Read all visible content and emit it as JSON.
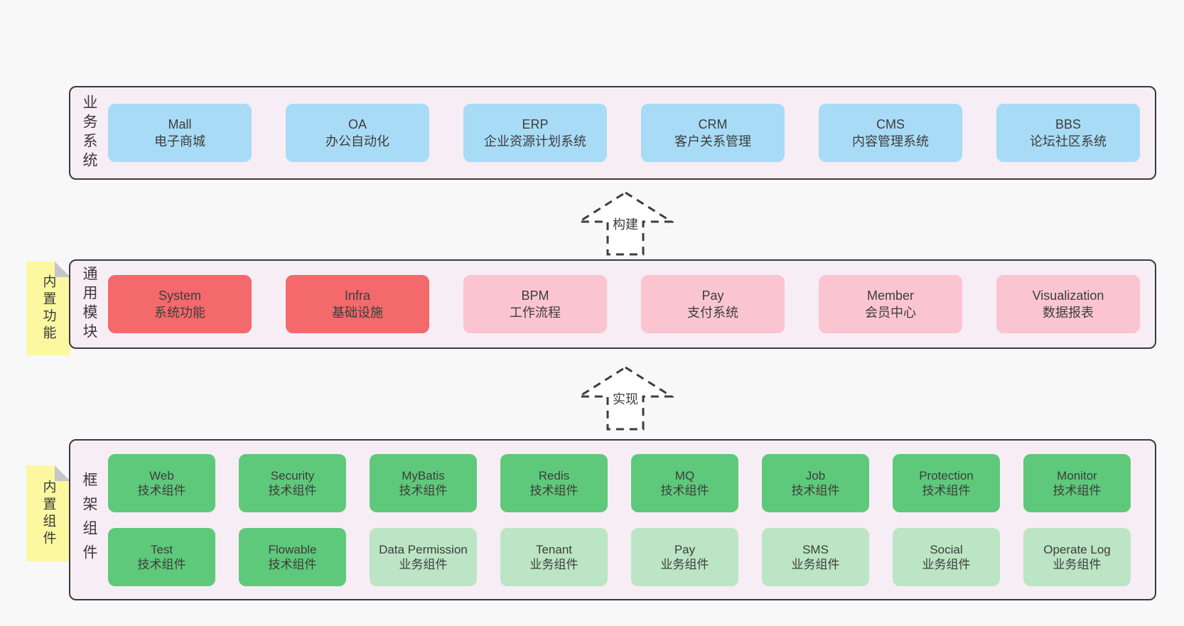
{
  "layers": {
    "business": {
      "label": "业务系统",
      "boxes": [
        {
          "title": "Mall",
          "subtitle": "电子商城"
        },
        {
          "title": "OA",
          "subtitle": "办公自动化"
        },
        {
          "title": "ERP",
          "subtitle": "企业资源计划系统"
        },
        {
          "title": "CRM",
          "subtitle": "客户关系管理"
        },
        {
          "title": "CMS",
          "subtitle": "内容管理系统"
        },
        {
          "title": "BBS",
          "subtitle": "论坛社区系统"
        }
      ]
    },
    "modules": {
      "label": "通用模块",
      "sticky": "内置功能",
      "boxes": [
        {
          "title": "System",
          "subtitle": "系统功能"
        },
        {
          "title": "Infra",
          "subtitle": "基础设施"
        },
        {
          "title": "BPM",
          "subtitle": "工作流程"
        },
        {
          "title": "Pay",
          "subtitle": "支付系统"
        },
        {
          "title": "Member",
          "subtitle": "会员中心"
        },
        {
          "title": "Visualization",
          "subtitle": "数据报表"
        }
      ]
    },
    "components": {
      "label": "框架组件",
      "sticky": "内置组件",
      "row1": [
        {
          "title": "Web",
          "subtitle": "技术组件"
        },
        {
          "title": "Security",
          "subtitle": "技术组件"
        },
        {
          "title": "MyBatis",
          "subtitle": "技术组件"
        },
        {
          "title": "Redis",
          "subtitle": "技术组件"
        },
        {
          "title": "MQ",
          "subtitle": "技术组件"
        },
        {
          "title": "Job",
          "subtitle": "技术组件"
        },
        {
          "title": "Protection",
          "subtitle": "技术组件"
        },
        {
          "title": "Monitor",
          "subtitle": "技术组件"
        }
      ],
      "row2": [
        {
          "title": "Test",
          "subtitle": "技术组件"
        },
        {
          "title": "Flowable",
          "subtitle": "技术组件"
        },
        {
          "title": "Data Permission",
          "subtitle": "业务组件"
        },
        {
          "title": "Tenant",
          "subtitle": "业务组件"
        },
        {
          "title": "Pay",
          "subtitle": "业务组件"
        },
        {
          "title": "SMS",
          "subtitle": "业务组件"
        },
        {
          "title": "Social",
          "subtitle": "业务组件"
        },
        {
          "title": "Operate Log",
          "subtitle": "业务组件"
        }
      ]
    }
  },
  "arrows": {
    "build": "构建",
    "implement": "实现"
  },
  "colors": {
    "page_bg": "#f8f8f8",
    "container_bg": "#f7edf5",
    "container_border": "#3a3a3a",
    "box_blue": "#a8dbf6",
    "box_red": "#f4696b",
    "box_pink": "#fac5d1",
    "box_green_dark": "#5ec97a",
    "box_green_light": "#bbe5c4",
    "sticky_yellow": "#fbf8a0",
    "sticky_fold": "#c6c6c6",
    "text": "#3d3d3d"
  }
}
